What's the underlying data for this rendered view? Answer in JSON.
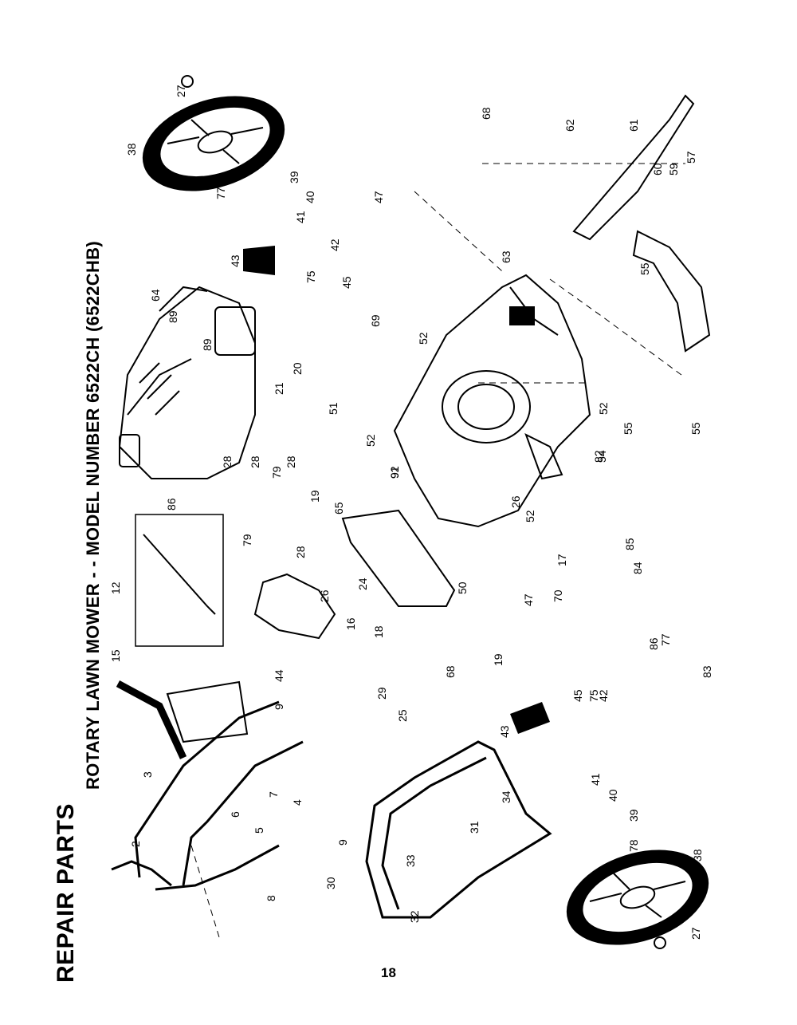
{
  "page": {
    "section_title": "REPAIR PARTS",
    "model_title": "ROTARY LAWN MOWER - - MODEL NUMBER 6522CH (6522CHB)",
    "page_number": "18"
  },
  "diagram": {
    "description_type": "exploded parts view",
    "callouts": [
      "2",
      "3",
      "4",
      "5",
      "6",
      "7",
      "8",
      "9",
      "9",
      "12",
      "15",
      "16",
      "17",
      "18",
      "19",
      "19",
      "20",
      "21",
      "24",
      "25",
      "26",
      "26",
      "27",
      "27",
      "28",
      "28",
      "28",
      "28",
      "29",
      "30",
      "31",
      "32",
      "33",
      "34",
      "38",
      "38",
      "39",
      "39",
      "40",
      "40",
      "41",
      "41",
      "42",
      "42",
      "43",
      "43",
      "44",
      "45",
      "45",
      "47",
      "47",
      "50",
      "51",
      "52",
      "52",
      "52",
      "52",
      "54",
      "55",
      "55",
      "55",
      "57",
      "59",
      "60",
      "61",
      "62",
      "63",
      "64",
      "65",
      "68",
      "68",
      "69",
      "70",
      "75",
      "75",
      "77",
      "77",
      "78",
      "79",
      "79",
      "82",
      "83",
      "84",
      "85",
      "86",
      "86",
      "89",
      "89",
      "91",
      "92"
    ]
  }
}
